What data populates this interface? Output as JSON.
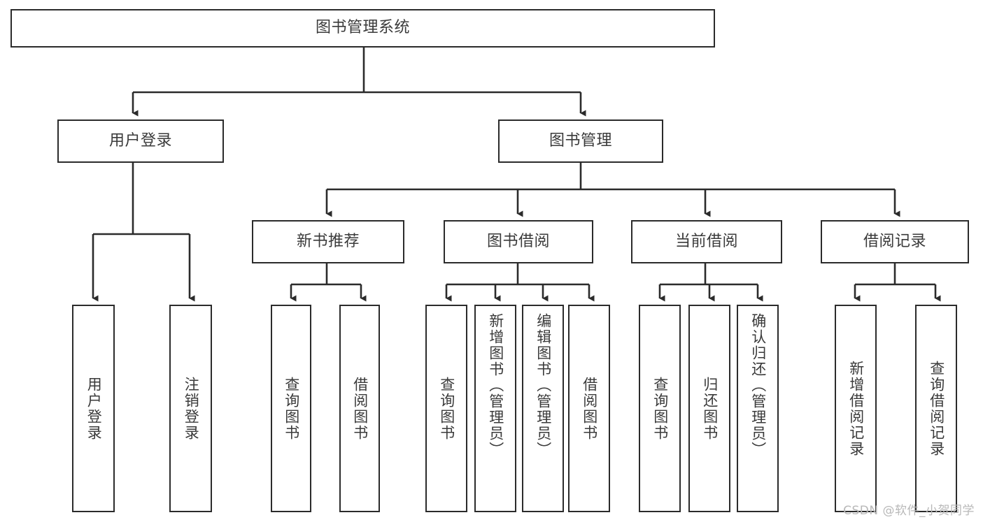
{
  "diagram": {
    "title": "图书管理系统",
    "type": "hierarchy-tree",
    "orientation": "top-down",
    "colors": {
      "box_border": "#2b2b2b",
      "box_fill": "#ffffff",
      "text": "#3a3a3a",
      "connector": "#2b2b2b",
      "background": "#ffffff",
      "watermark": "#b8b8b8"
    },
    "root": {
      "label": "图书管理系统"
    },
    "level2": [
      {
        "label": "用户登录"
      },
      {
        "label": "图书管理"
      }
    ],
    "level3": [
      {
        "label": "新书推荐"
      },
      {
        "label": "图书借阅"
      },
      {
        "label": "当前借阅"
      },
      {
        "label": "借阅记录"
      }
    ],
    "leaves": {
      "user_login": [
        {
          "label": "用户登录"
        },
        {
          "label": "注销登录"
        }
      ],
      "new_book_recommend": [
        {
          "label": "查询图书"
        },
        {
          "label": "借阅图书"
        }
      ],
      "book_borrow": [
        {
          "label": "查询图书"
        },
        {
          "label": "新增图书（管理员）"
        },
        {
          "label": "编辑图书（管理员）"
        },
        {
          "label": "借阅图书"
        }
      ],
      "current_borrow": [
        {
          "label": "查询图书"
        },
        {
          "label": "归还图书"
        },
        {
          "label": "确认归还（管理员）"
        }
      ],
      "borrow_record": [
        {
          "label": "新增借阅记录"
        },
        {
          "label": "查询借阅记录"
        }
      ]
    }
  },
  "watermark": {
    "text": "CSDN @软件_小贺同学"
  }
}
